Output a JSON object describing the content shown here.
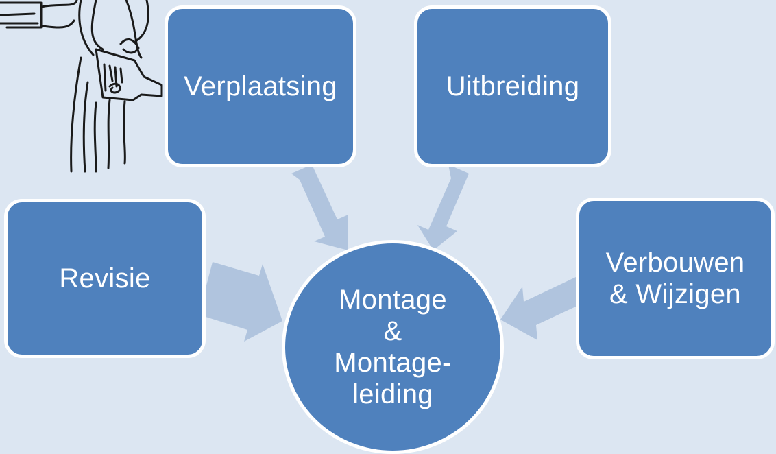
{
  "diagram": {
    "nodes": {
      "top_left": "Verplaatsing",
      "top_right": "Uitbreiding",
      "left": "Revisie",
      "right": "Verbouwen\n& Wijzigen",
      "center": "Montage\n&\nMontage-\nleiding"
    },
    "edges": [
      {
        "from": "Verplaatsing",
        "to": "Montage & Montage-leiding"
      },
      {
        "from": "Uitbreiding",
        "to": "Montage & Montage-leiding"
      },
      {
        "from": "Revisie",
        "to": "Montage & Montage-leiding"
      },
      {
        "from": "Verbouwen & Wijzigen",
        "to": "Montage & Montage-leiding"
      }
    ],
    "colors": {
      "background": "#dce6f2",
      "node_fill": "#4f81bd",
      "node_border": "#ffffff",
      "arrow": "#b0c4de",
      "text": "#ffffff"
    },
    "illustration": "sketch-figure"
  }
}
